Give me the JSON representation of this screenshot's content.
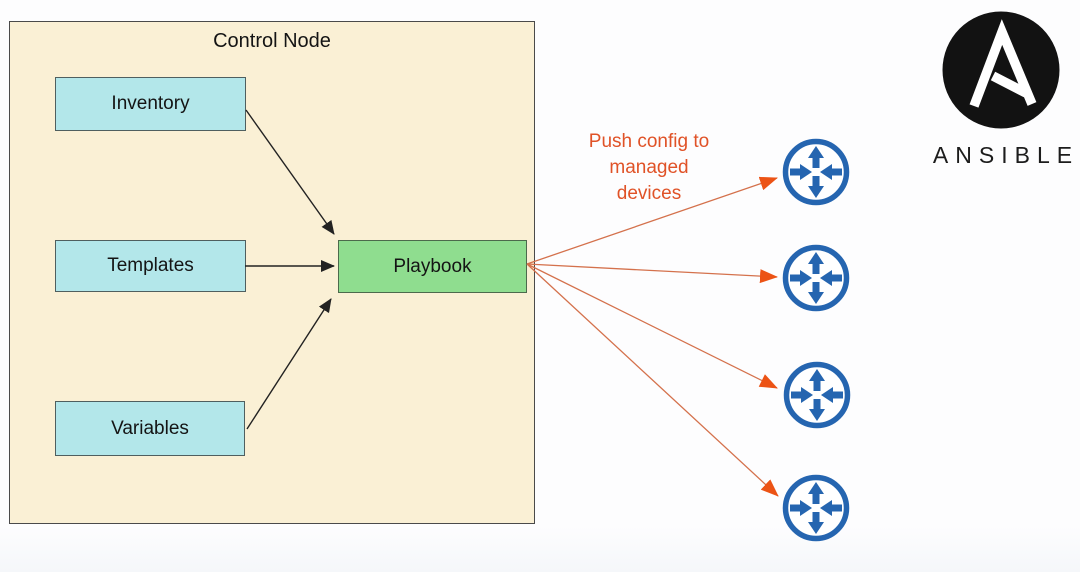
{
  "diagram": {
    "control_node": {
      "title": "Control Node",
      "inventory_label": "Inventory",
      "templates_label": "Templates",
      "variables_label": "Variables",
      "playbook_label": "Playbook"
    },
    "push_config": {
      "line1": "Push config to",
      "line2": "managed",
      "line3": "devices"
    },
    "managed_devices_count": 4,
    "edges": [
      {
        "from": "Inventory",
        "to": "Playbook"
      },
      {
        "from": "Templates",
        "to": "Playbook"
      },
      {
        "from": "Variables",
        "to": "Playbook"
      },
      {
        "from": "Playbook",
        "to": "managed-device-1"
      },
      {
        "from": "Playbook",
        "to": "managed-device-2"
      },
      {
        "from": "Playbook",
        "to": "managed-device-3"
      },
      {
        "from": "Playbook",
        "to": "managed-device-4"
      }
    ]
  },
  "branding": {
    "logo": "ansible-a-logo",
    "wordmark": "ANSIBLE"
  },
  "colors": {
    "control_node_fill": "#faf0d5",
    "component_fill": "#b3e7ea",
    "playbook_fill": "#8fdd8f",
    "push_text": "#e05227",
    "fan_line": "#d4714c",
    "fan_head": "#ec5315",
    "black_arrow": "#222222",
    "router_blue": "#2565b0",
    "logo_black": "#121212"
  }
}
